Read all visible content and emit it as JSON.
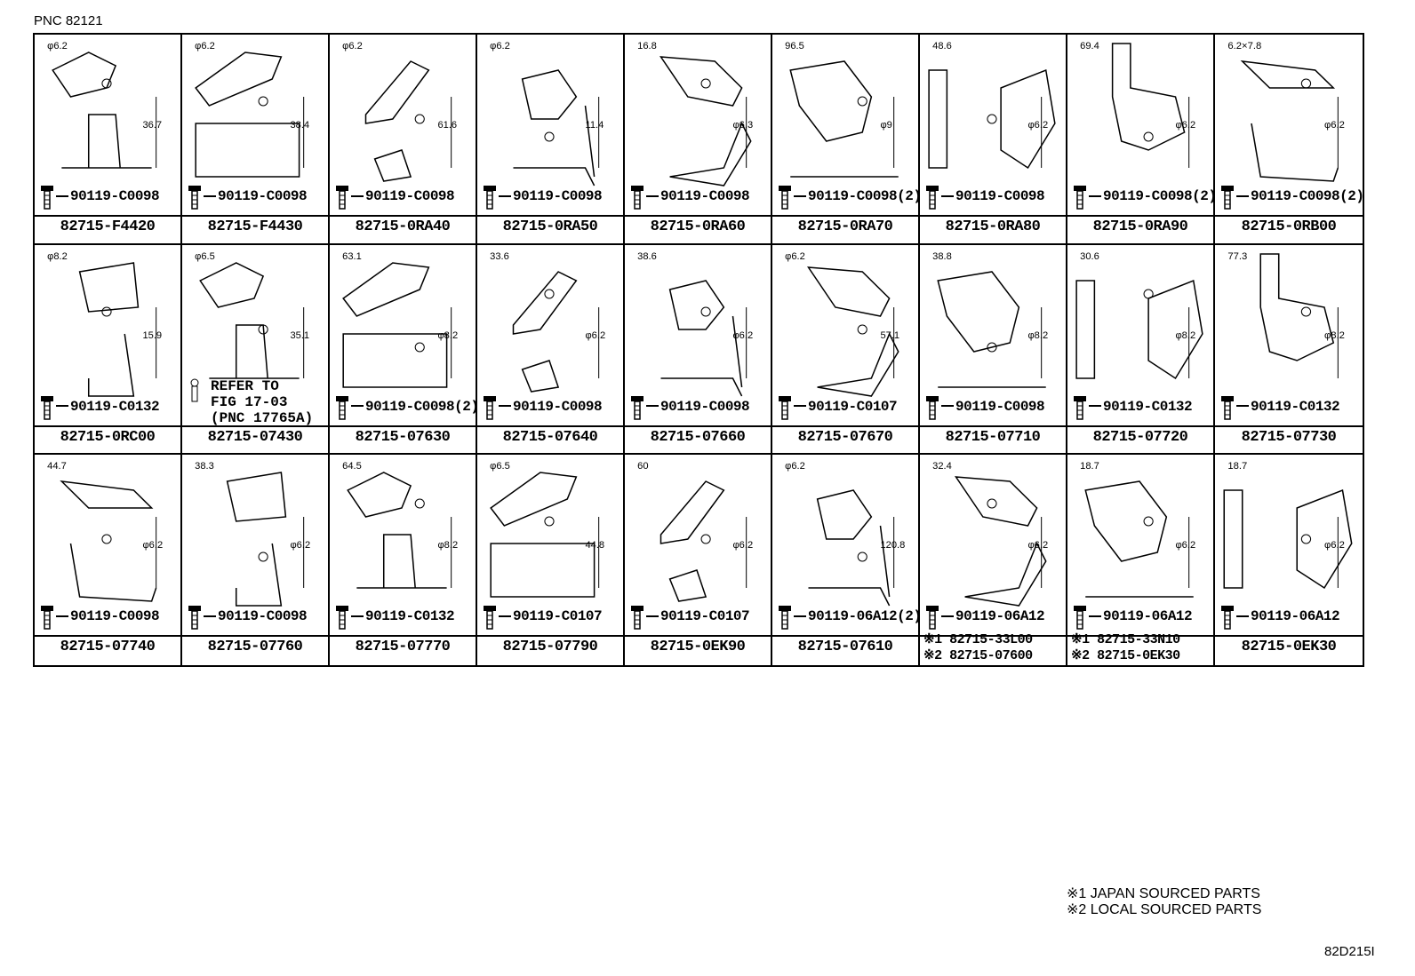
{
  "pnc": "PNC 82121",
  "cells": [
    {
      "fastener": "90119-C0098",
      "part": "82715-F4420",
      "dims": [
        "φ6.2",
        "36.7"
      ]
    },
    {
      "fastener": "90119-C0098",
      "part": "82715-F4430",
      "dims": [
        "φ6.2",
        "38.4"
      ]
    },
    {
      "fastener": "90119-C0098",
      "part": "82715-0RA40",
      "dims": [
        "φ6.2",
        "61.6"
      ]
    },
    {
      "fastener": "90119-C0098",
      "part": "82715-0RA50",
      "dims": [
        "φ6.2",
        "11.4"
      ]
    },
    {
      "fastener": "90119-C0098",
      "part": "82715-0RA60",
      "dims": [
        "16.8",
        "φ6.3"
      ]
    },
    {
      "fastener": "90119-C0098(2)",
      "part": "82715-0RA70",
      "dims": [
        "96.5",
        "φ9"
      ]
    },
    {
      "fastener": "90119-C0098",
      "part": "82715-0RA80",
      "dims": [
        "48.6",
        "φ6.2"
      ]
    },
    {
      "fastener": "90119-C0098(2)",
      "part": "82715-0RA90",
      "dims": [
        "69.4",
        "φ6.2"
      ]
    },
    {
      "fastener": "90119-C0098(2)",
      "part": "82715-0RB00",
      "dims": [
        "6.2×7.8",
        "φ6.2"
      ]
    },
    {
      "fastener": "90119-C0132",
      "part": "82715-0RC00",
      "dims": [
        "φ8.2",
        "15.9"
      ]
    },
    {
      "fastener": "",
      "part": "82715-07430",
      "dims": [
        "φ6.5",
        "35.1"
      ],
      "refer": "REFER TO\nFIG 17-03\n(PNC 17765A)"
    },
    {
      "fastener": "90119-C0098(2)",
      "part": "82715-07630",
      "dims": [
        "63.1",
        "φ8.2"
      ]
    },
    {
      "fastener": "90119-C0098",
      "part": "82715-07640",
      "dims": [
        "33.6",
        "φ6.2"
      ]
    },
    {
      "fastener": "90119-C0098",
      "part": "82715-07660",
      "dims": [
        "38.6",
        "φ6.2"
      ]
    },
    {
      "fastener": "90119-C0107",
      "part": "82715-07670",
      "dims": [
        "φ6.2",
        "57.1"
      ]
    },
    {
      "fastener": "90119-C0098",
      "part": "82715-07710",
      "dims": [
        "38.8",
        "φ8.2"
      ]
    },
    {
      "fastener": "90119-C0132",
      "part": "82715-07720",
      "dims": [
        "30.6",
        "φ8.2"
      ]
    },
    {
      "fastener": "90119-C0132",
      "part": "82715-07730",
      "dims": [
        "77.3",
        "φ8.2"
      ]
    },
    {
      "fastener": "90119-C0098",
      "part": "82715-07740",
      "dims": [
        "44.7",
        "φ6.2"
      ]
    },
    {
      "fastener": "90119-C0098",
      "part": "82715-07760",
      "dims": [
        "38.3",
        "φ6.2"
      ]
    },
    {
      "fastener": "90119-C0132",
      "part": "82715-07770",
      "dims": [
        "64.5",
        "φ8.2"
      ]
    },
    {
      "fastener": "90119-C0107",
      "part": "82715-07790",
      "dims": [
        "φ6.5",
        "44.8"
      ]
    },
    {
      "fastener": "90119-C0107",
      "part": "82715-0EK90",
      "dims": [
        "60",
        "φ6.2"
      ]
    },
    {
      "fastener": "90119-06A12(2)",
      "part": "82715-07610",
      "dims": [
        "φ6.2",
        "120.8"
      ]
    },
    {
      "fastener": "90119-06A12",
      "part": "",
      "parts": [
        "※1 82715-33L00",
        "※2 82715-07600"
      ],
      "dims": [
        "32.4",
        "φ6.2"
      ]
    },
    {
      "fastener": "90119-06A12",
      "part": "",
      "parts": [
        "※1 82715-33N10",
        "※2 82715-0EK30"
      ],
      "dims": [
        "18.7",
        "φ6.2"
      ]
    },
    {
      "fastener": "90119-06A12",
      "part": "82715-0EK30",
      "dims": [
        "18.7",
        "φ6.2"
      ]
    }
  ],
  "legend": [
    "※1 JAPAN SOURCED PARTS",
    "※2 LOCAL SOURCED PARTS"
  ],
  "drawing_code": "82D215I"
}
